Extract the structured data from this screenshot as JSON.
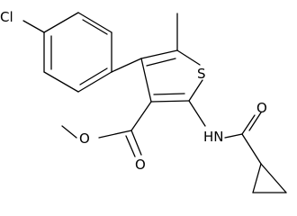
{
  "structure": {
    "atom_labels": {
      "chlorine": "Cl",
      "sulfur": "S",
      "amide_oxygen": "O",
      "ester_carbonyl_oxygen": "O",
      "ester_ether_oxygen": "O",
      "amide_nitrogen": "HN"
    },
    "colors": {
      "bond": "#000000",
      "label": "#000000",
      "background": "#ffffff"
    }
  }
}
